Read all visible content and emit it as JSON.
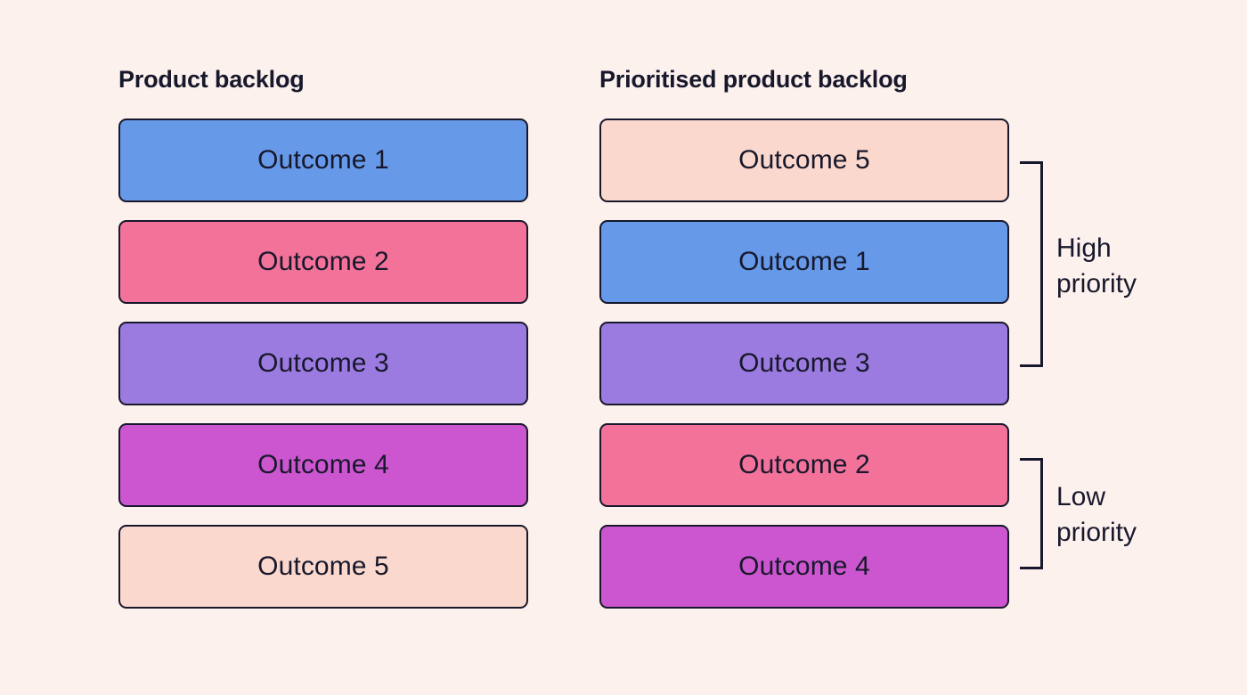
{
  "background_color": "#FDF1EE",
  "text_color": "#17182B",
  "border_color": "#17182B",
  "columns": {
    "left": {
      "heading": "Product backlog",
      "cards": [
        {
          "label": "Outcome 1",
          "color": "#6699E8",
          "swatch": "blue"
        },
        {
          "label": "Outcome 2",
          "color": "#F2729A",
          "swatch": "pink"
        },
        {
          "label": "Outcome 3",
          "color": "#9B7BDF",
          "swatch": "purple"
        },
        {
          "label": "Outcome 4",
          "color": "#CC56CF",
          "swatch": "magenta"
        },
        {
          "label": "Outcome 5",
          "color": "#FBD8CD",
          "swatch": "peach"
        }
      ]
    },
    "right": {
      "heading": "Prioritised product backlog",
      "cards": [
        {
          "label": "Outcome 5",
          "color": "#FBD8CD",
          "swatch": "peach"
        },
        {
          "label": "Outcome 1",
          "color": "#6699E8",
          "swatch": "blue"
        },
        {
          "label": "Outcome 3",
          "color": "#9B7BDF",
          "swatch": "purple"
        },
        {
          "label": "Outcome 2",
          "color": "#F2729A",
          "swatch": "pink"
        },
        {
          "label": "Outcome 4",
          "color": "#CC56CF",
          "swatch": "magenta"
        }
      ]
    }
  },
  "brackets": [
    {
      "label": "High\npriority",
      "label_line1": "High",
      "label_line2": "priority",
      "groups_cards": [
        "Outcome 5",
        "Outcome 1",
        "Outcome 3"
      ]
    },
    {
      "label": "Low\npriority",
      "label_line1": "Low",
      "label_line2": "priority",
      "groups_cards": [
        "Outcome 2",
        "Outcome 4"
      ]
    }
  ]
}
